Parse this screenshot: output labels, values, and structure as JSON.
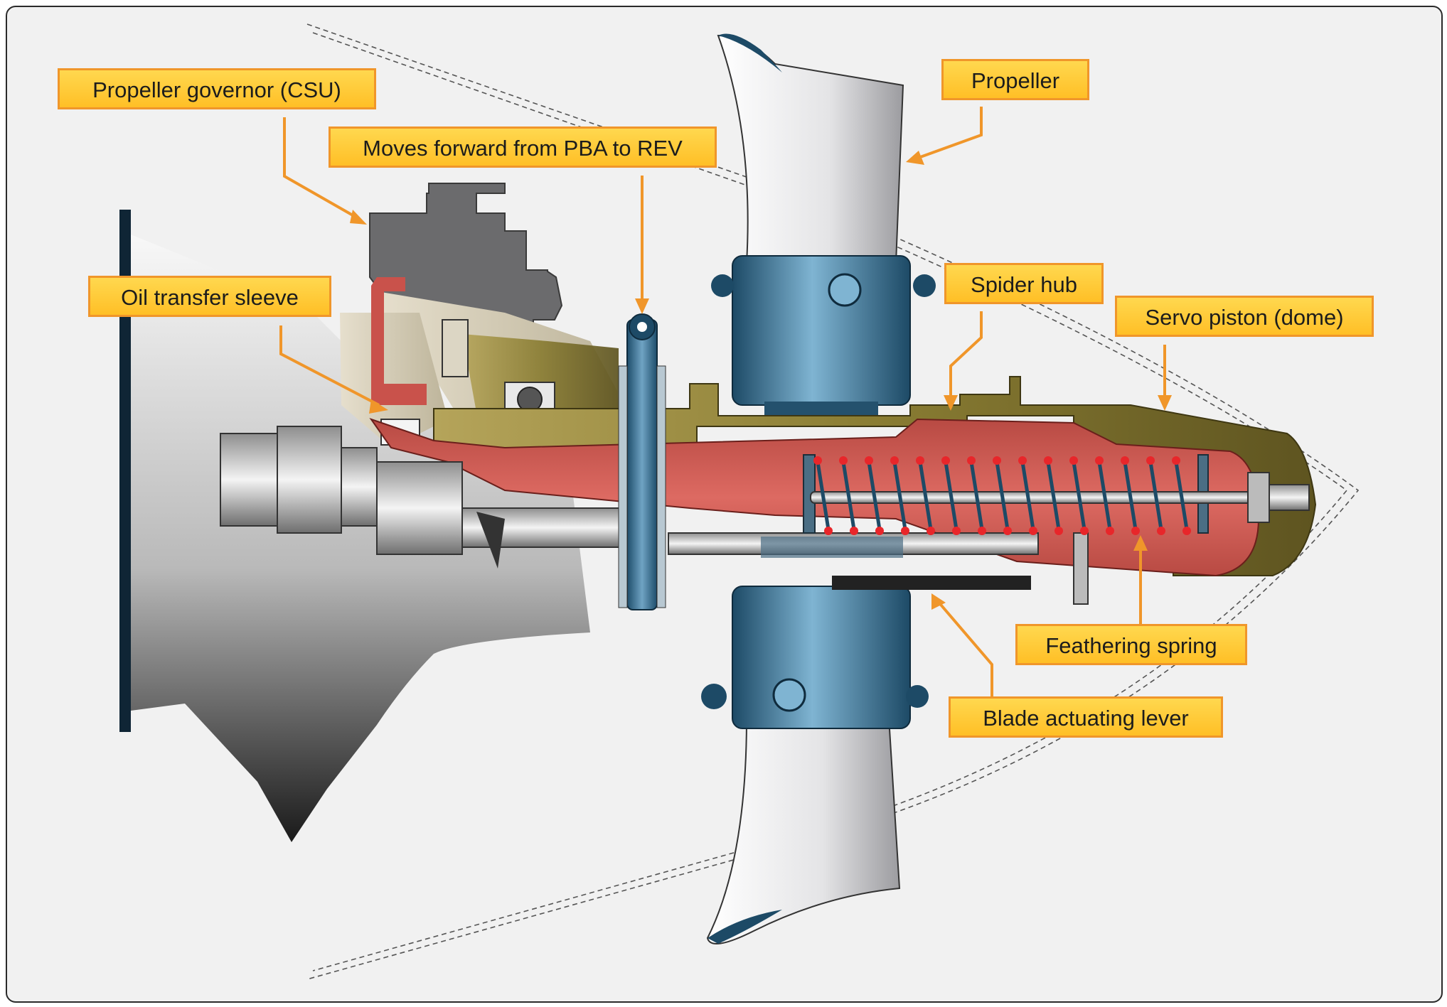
{
  "labels": {
    "propeller_governor": "Propeller governor (CSU)",
    "moves_forward": "Moves forward from PBA to REV",
    "propeller": "Propeller",
    "oil_transfer_sleeve": "Oil transfer sleeve",
    "spider_hub": "Spider hub",
    "servo_piston": "Servo piston (dome)",
    "feathering_spring": "Feathering spring",
    "blade_actuating_lever": "Blade actuating lever"
  },
  "colors": {
    "callout_fill": "#ffc72c",
    "callout_border": "#f0962a",
    "leader_line": "#f0962a",
    "oil_red": "#c9524b",
    "housing_olive": "#8a7d33",
    "hub_blue": "#2f6f92",
    "governor_gray": "#6b6b6d",
    "background": "#f1f1f1"
  }
}
